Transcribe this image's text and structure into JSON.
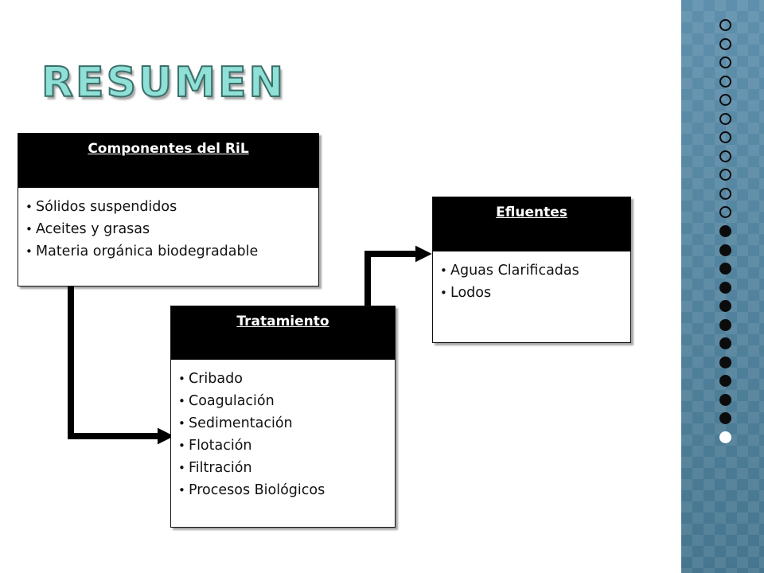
{
  "title": "RESUMEN",
  "boxes": {
    "components": {
      "heading": "Componentes del RiL",
      "items": [
        "Sólidos suspendidos",
        "Aceites y grasas",
        "Materia orgánica biodegradable"
      ]
    },
    "treatment": {
      "heading": "Tratamiento",
      "items": [
        "Cribado",
        "Coagulación",
        "Sedimentación",
        "Flotación",
        "Filtración",
        "Procesos Biológicos"
      ]
    },
    "effluents": {
      "heading": "Efluentes",
      "items": [
        "Aguas Clarificadas",
        "Lodos"
      ]
    }
  },
  "colors": {
    "title_fill": "#8fe0d6",
    "side_band": "#4e7e9c",
    "box_header": "#000000",
    "connector": "#000000"
  },
  "decorations": {
    "dot_count": 23,
    "dot_icon": "ring-dot-icon",
    "active_dot_icon": "filled-dot-icon"
  }
}
